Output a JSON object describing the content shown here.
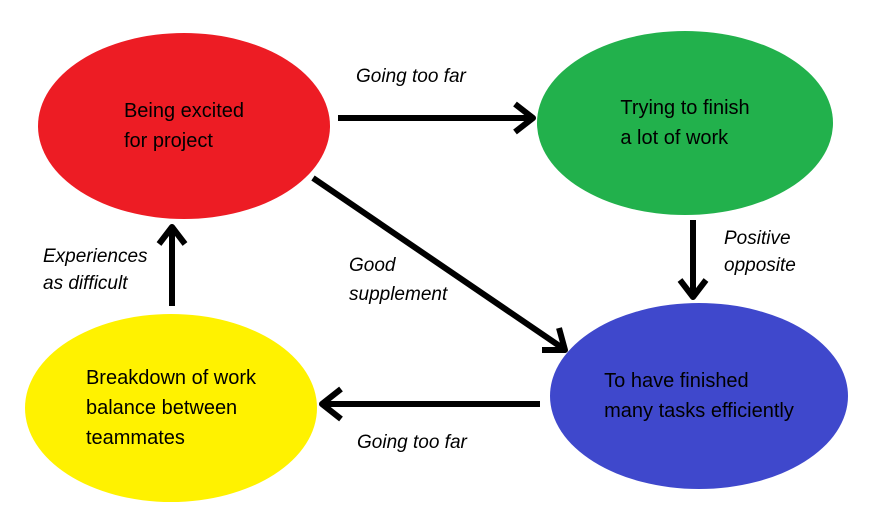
{
  "diagram": {
    "background_color": "#ffffff",
    "arrow_color": "#000000",
    "text_color": "#000000",
    "nodes": [
      {
        "id": "being-excited",
        "label": "Being excited\nfor project",
        "color": "#ed1c24"
      },
      {
        "id": "trying-to-finish",
        "label": "Trying to finish\na lot of work",
        "color": "#22b14c"
      },
      {
        "id": "finished-tasks",
        "label": "To have finished\nmany tasks efficiently",
        "color": "#3f48cc"
      },
      {
        "id": "breakdown",
        "label": "Breakdown of work\nbalance between\nteammates",
        "color": "#fff200"
      }
    ],
    "edges": [
      {
        "from": "being-excited",
        "to": "trying-to-finish",
        "label": "Going too far"
      },
      {
        "from": "trying-to-finish",
        "to": "finished-tasks",
        "label": "Positive\nopposite"
      },
      {
        "from": "being-excited",
        "to": "finished-tasks",
        "label": "Good\nsupplement"
      },
      {
        "from": "finished-tasks",
        "to": "breakdown",
        "label": "Going too far"
      },
      {
        "from": "breakdown",
        "to": "being-excited",
        "label": "Experiences\nas difficult"
      }
    ]
  }
}
